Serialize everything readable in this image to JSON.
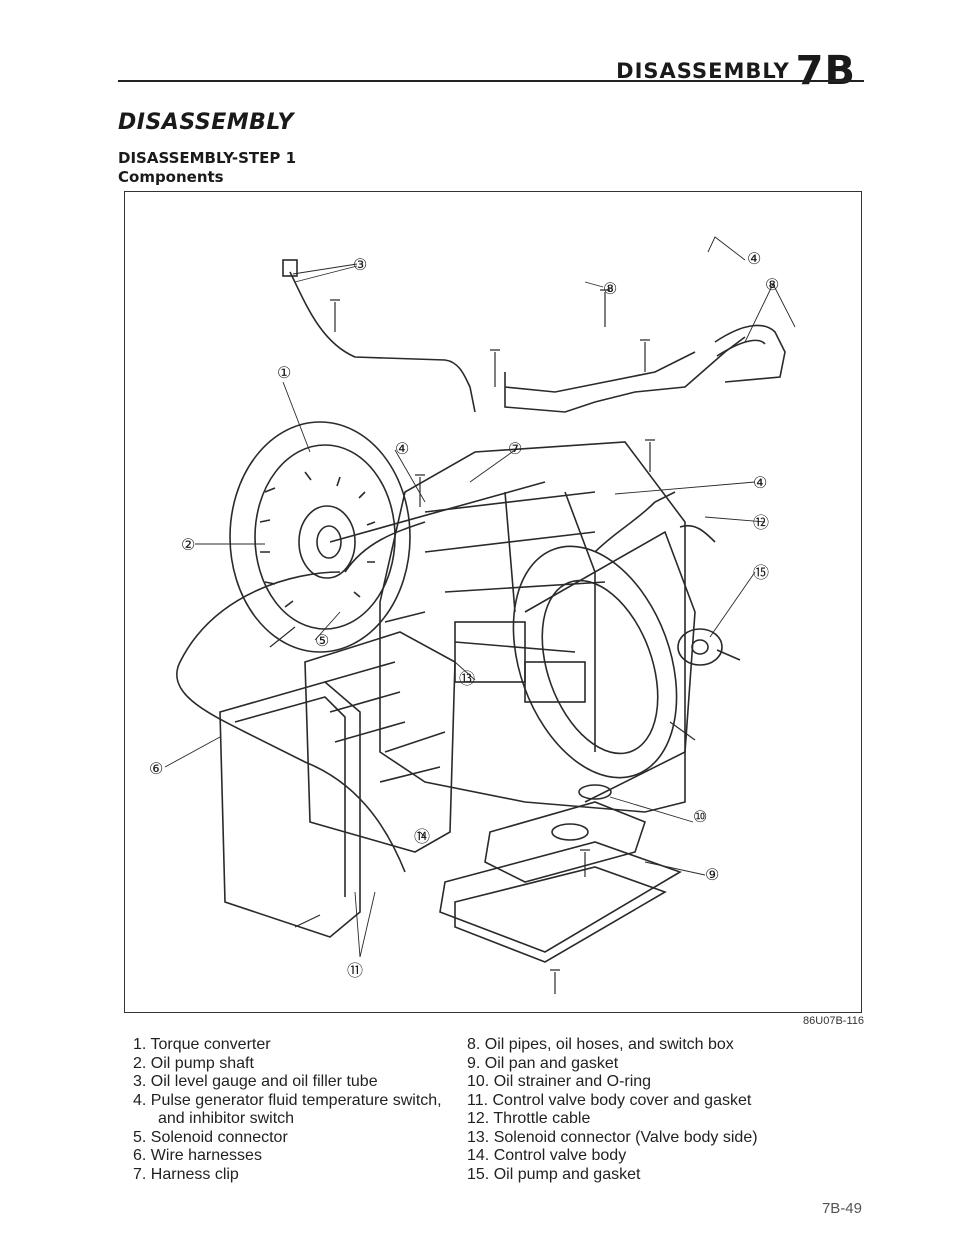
{
  "header": {
    "section_word": "DISASSEMBLY",
    "section_code": "7B"
  },
  "title": "DISASSEMBLY",
  "step_title": "DISASSEMBLY-STEP 1",
  "subtitle": "Components",
  "figure": {
    "code": "86U07B-116",
    "callouts": [
      "①",
      "②",
      "③",
      "④",
      "④",
      "④",
      "⑤",
      "⑥",
      "⑦",
      "⑧",
      "⑧",
      "⑨",
      "⑩",
      "⑪",
      "⑫",
      "⑬",
      "⑭",
      "⑮"
    ]
  },
  "legend_left": [
    "1. Torque converter",
    "2. Oil pump shaft",
    "3. Oil level gauge and oil filler tube",
    "4. Pulse generator fluid temperature switch,",
    "and inhibitor switch",
    "5. Solenoid connector",
    "6. Wire harnesses",
    "7. Harness clip"
  ],
  "legend_right": [
    "8. Oil pipes, oil hoses, and switch box",
    "9. Oil pan and gasket",
    "10. Oil strainer and O-ring",
    "11. Control valve body cover and gasket",
    "12. Throttle cable",
    "13. Solenoid connector (Valve body side)",
    "14. Control valve body",
    "15. Oil pump and gasket"
  ],
  "page_number": "7B-49"
}
